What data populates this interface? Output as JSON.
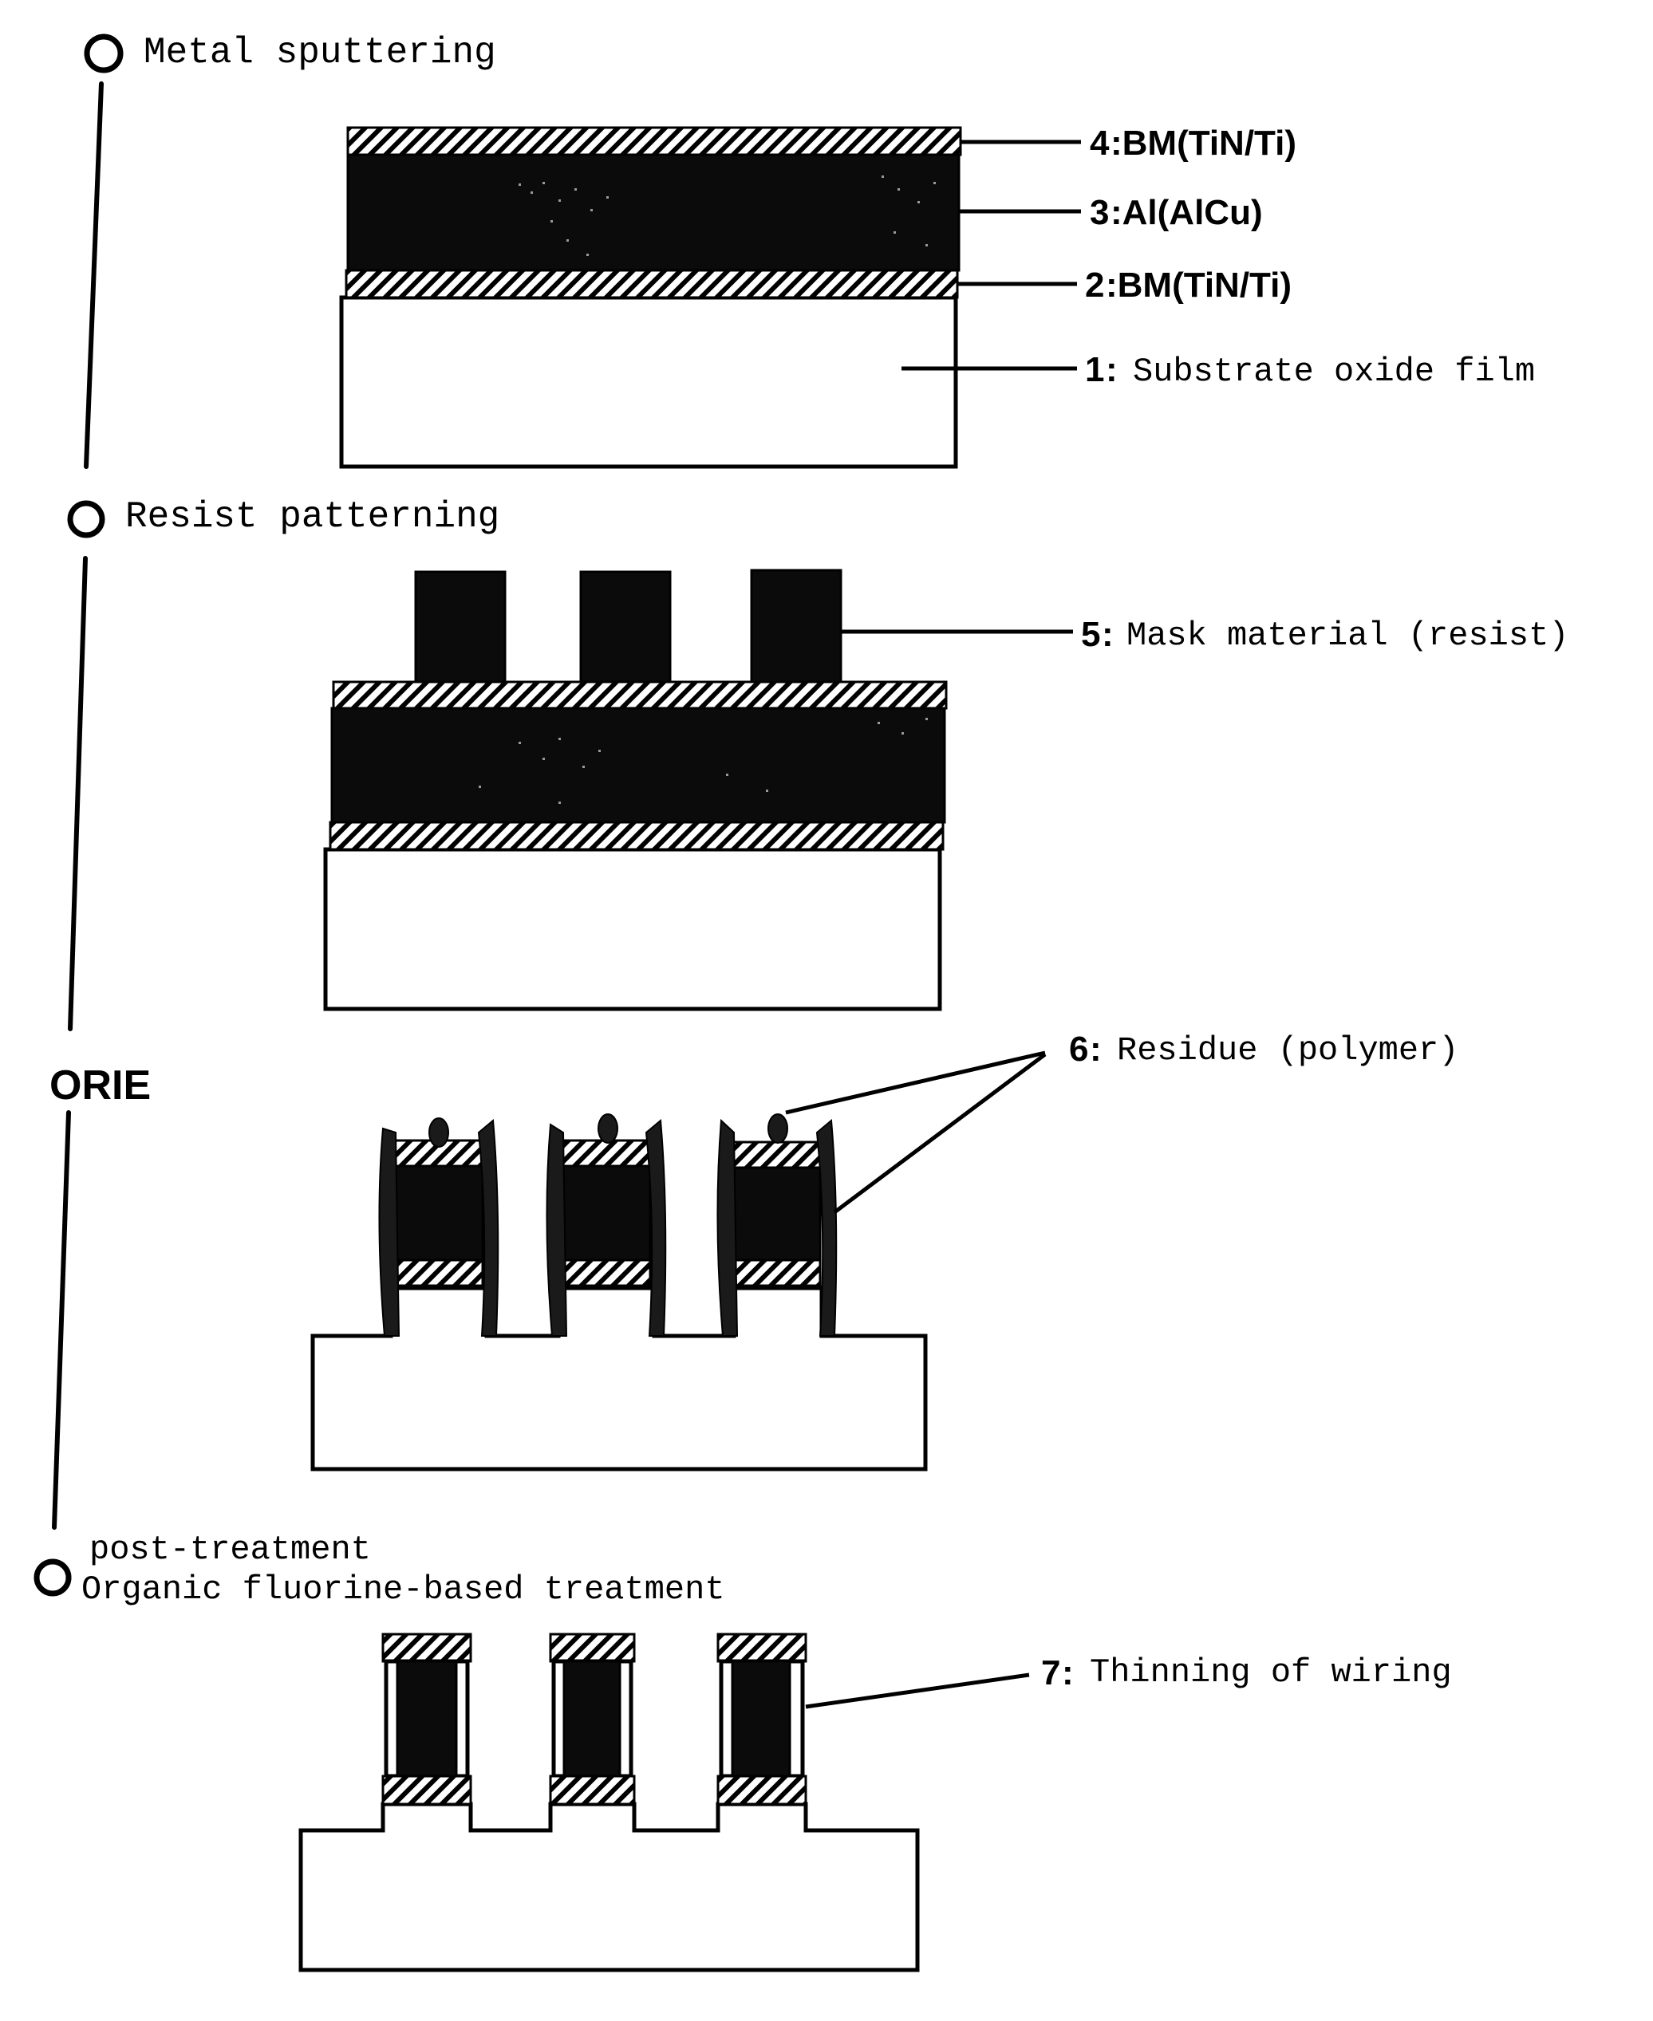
{
  "steps": {
    "metal_sputtering": "Metal sputtering",
    "resist_patterning": "Resist patterning",
    "rie": "RIE",
    "post_treatment_line1": "post-treatment",
    "post_treatment_line2": "Organic fluorine-based treatment"
  },
  "labels": {
    "l4_num": "4",
    "l4_text": ":BM(TiN/Ti)",
    "l3_num": "3",
    "l3_text": ":Al(AlCu)",
    "l2_num": "2",
    "l2_text": ":BM(TiN/Ti)",
    "l1_num": "1",
    "l1_text": "Substrate oxide film",
    "l5_num": "5",
    "l5_text": "Mask material (resist)",
    "l6_num": "6",
    "l6_text": "Residue (polymer)",
    "l7_num": "7",
    "l7_text": "Thinning of wiring",
    "colon": ":"
  },
  "colors": {
    "ink": "#000000",
    "metal": "#0b0b0b",
    "background": "#ffffff"
  }
}
